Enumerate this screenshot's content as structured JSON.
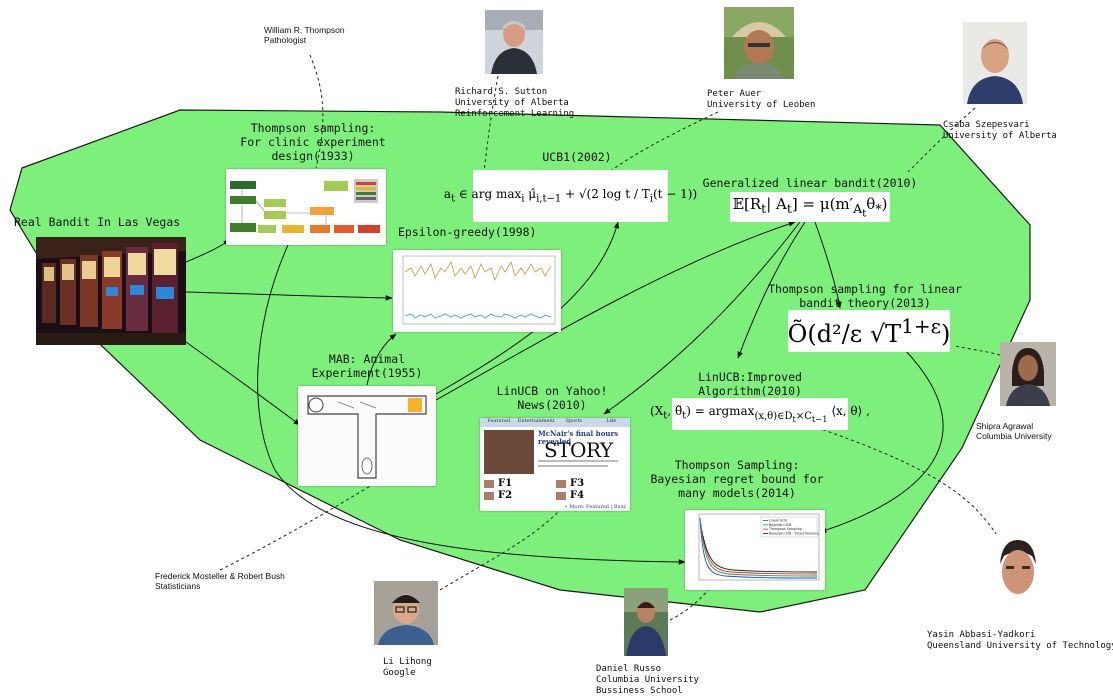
{
  "people": {
    "thompson": {
      "name": "William R. Thompson",
      "role": "Pathologist"
    },
    "sutton": {
      "name": "Richard S. Sutton",
      "affiliation": "University of Alberta",
      "field": "Reinforcement Learning"
    },
    "auer": {
      "name": "Peter Auer",
      "affiliation": "University of Leoben"
    },
    "szepesvari": {
      "name": "Csaba Szepesvari",
      "affiliation": "University of Alberta"
    },
    "agrawal": {
      "name": "Shipra Agrawal",
      "affiliation": "Columbia University"
    },
    "abbasi": {
      "name": "Yasin Abbasi-Yadkori",
      "affiliation": "Queensland University of Technology"
    },
    "russo": {
      "name": "Daniel Russo",
      "affiliation": "Columbia University",
      "school": "Bussiness School"
    },
    "li": {
      "name": "Li Lihong",
      "affiliation": "Google"
    },
    "mosteller": {
      "name": "Frederick Mosteller & Robert Bush",
      "role": "Statisticians"
    }
  },
  "nodes": {
    "thompson_clinic": {
      "line1": "Thompson sampling:",
      "line2": "For clinic experiment",
      "line3": "design(1933)"
    },
    "real_bandit": {
      "title": "Real Bandit In Las Vegas"
    },
    "epsilon": {
      "title": "Epsilon-greedy(1998)"
    },
    "ucb1": {
      "title": "UCB1(2002)"
    },
    "glb": {
      "title": "Generalized linear bandit(2010)"
    },
    "ts_linear": {
      "line1": "Thompson sampling for linear",
      "line2": "bandit theory(2013)"
    },
    "mab_animal": {
      "line1": "MAB: Animal",
      "line2": "Experiment(1955)"
    },
    "linucb_yahoo": {
      "line1": "LinUCB on Yahoo!",
      "line2": "News(2010)"
    },
    "linucb_improved": {
      "line1": "LinUCB:Improved",
      "line2": "Algorithm(2010)"
    },
    "ts_bayes": {
      "line1": "Thompson Sampling:",
      "line2": "Bayesian regret bound for",
      "line3": "many models(2014)"
    }
  },
  "yahoo_card": {
    "tabs": [
      "Featured",
      "Entertainment",
      "Sports",
      "Life"
    ],
    "headline": "McNair's final hours revealed",
    "overlay": "STORY",
    "f1": "F1",
    "f2": "F2",
    "f3": "F3",
    "f4": "F4",
    "footer": "« More: Featured | Buzz"
  },
  "regret_legend": [
    "Linear UCB",
    "Bayesian UCB",
    "Thompson Sampling",
    "Bayesian UCB - Tuned Variance"
  ],
  "colors": {
    "region": "#7cf07a",
    "region_border": "#1b1b1b"
  }
}
